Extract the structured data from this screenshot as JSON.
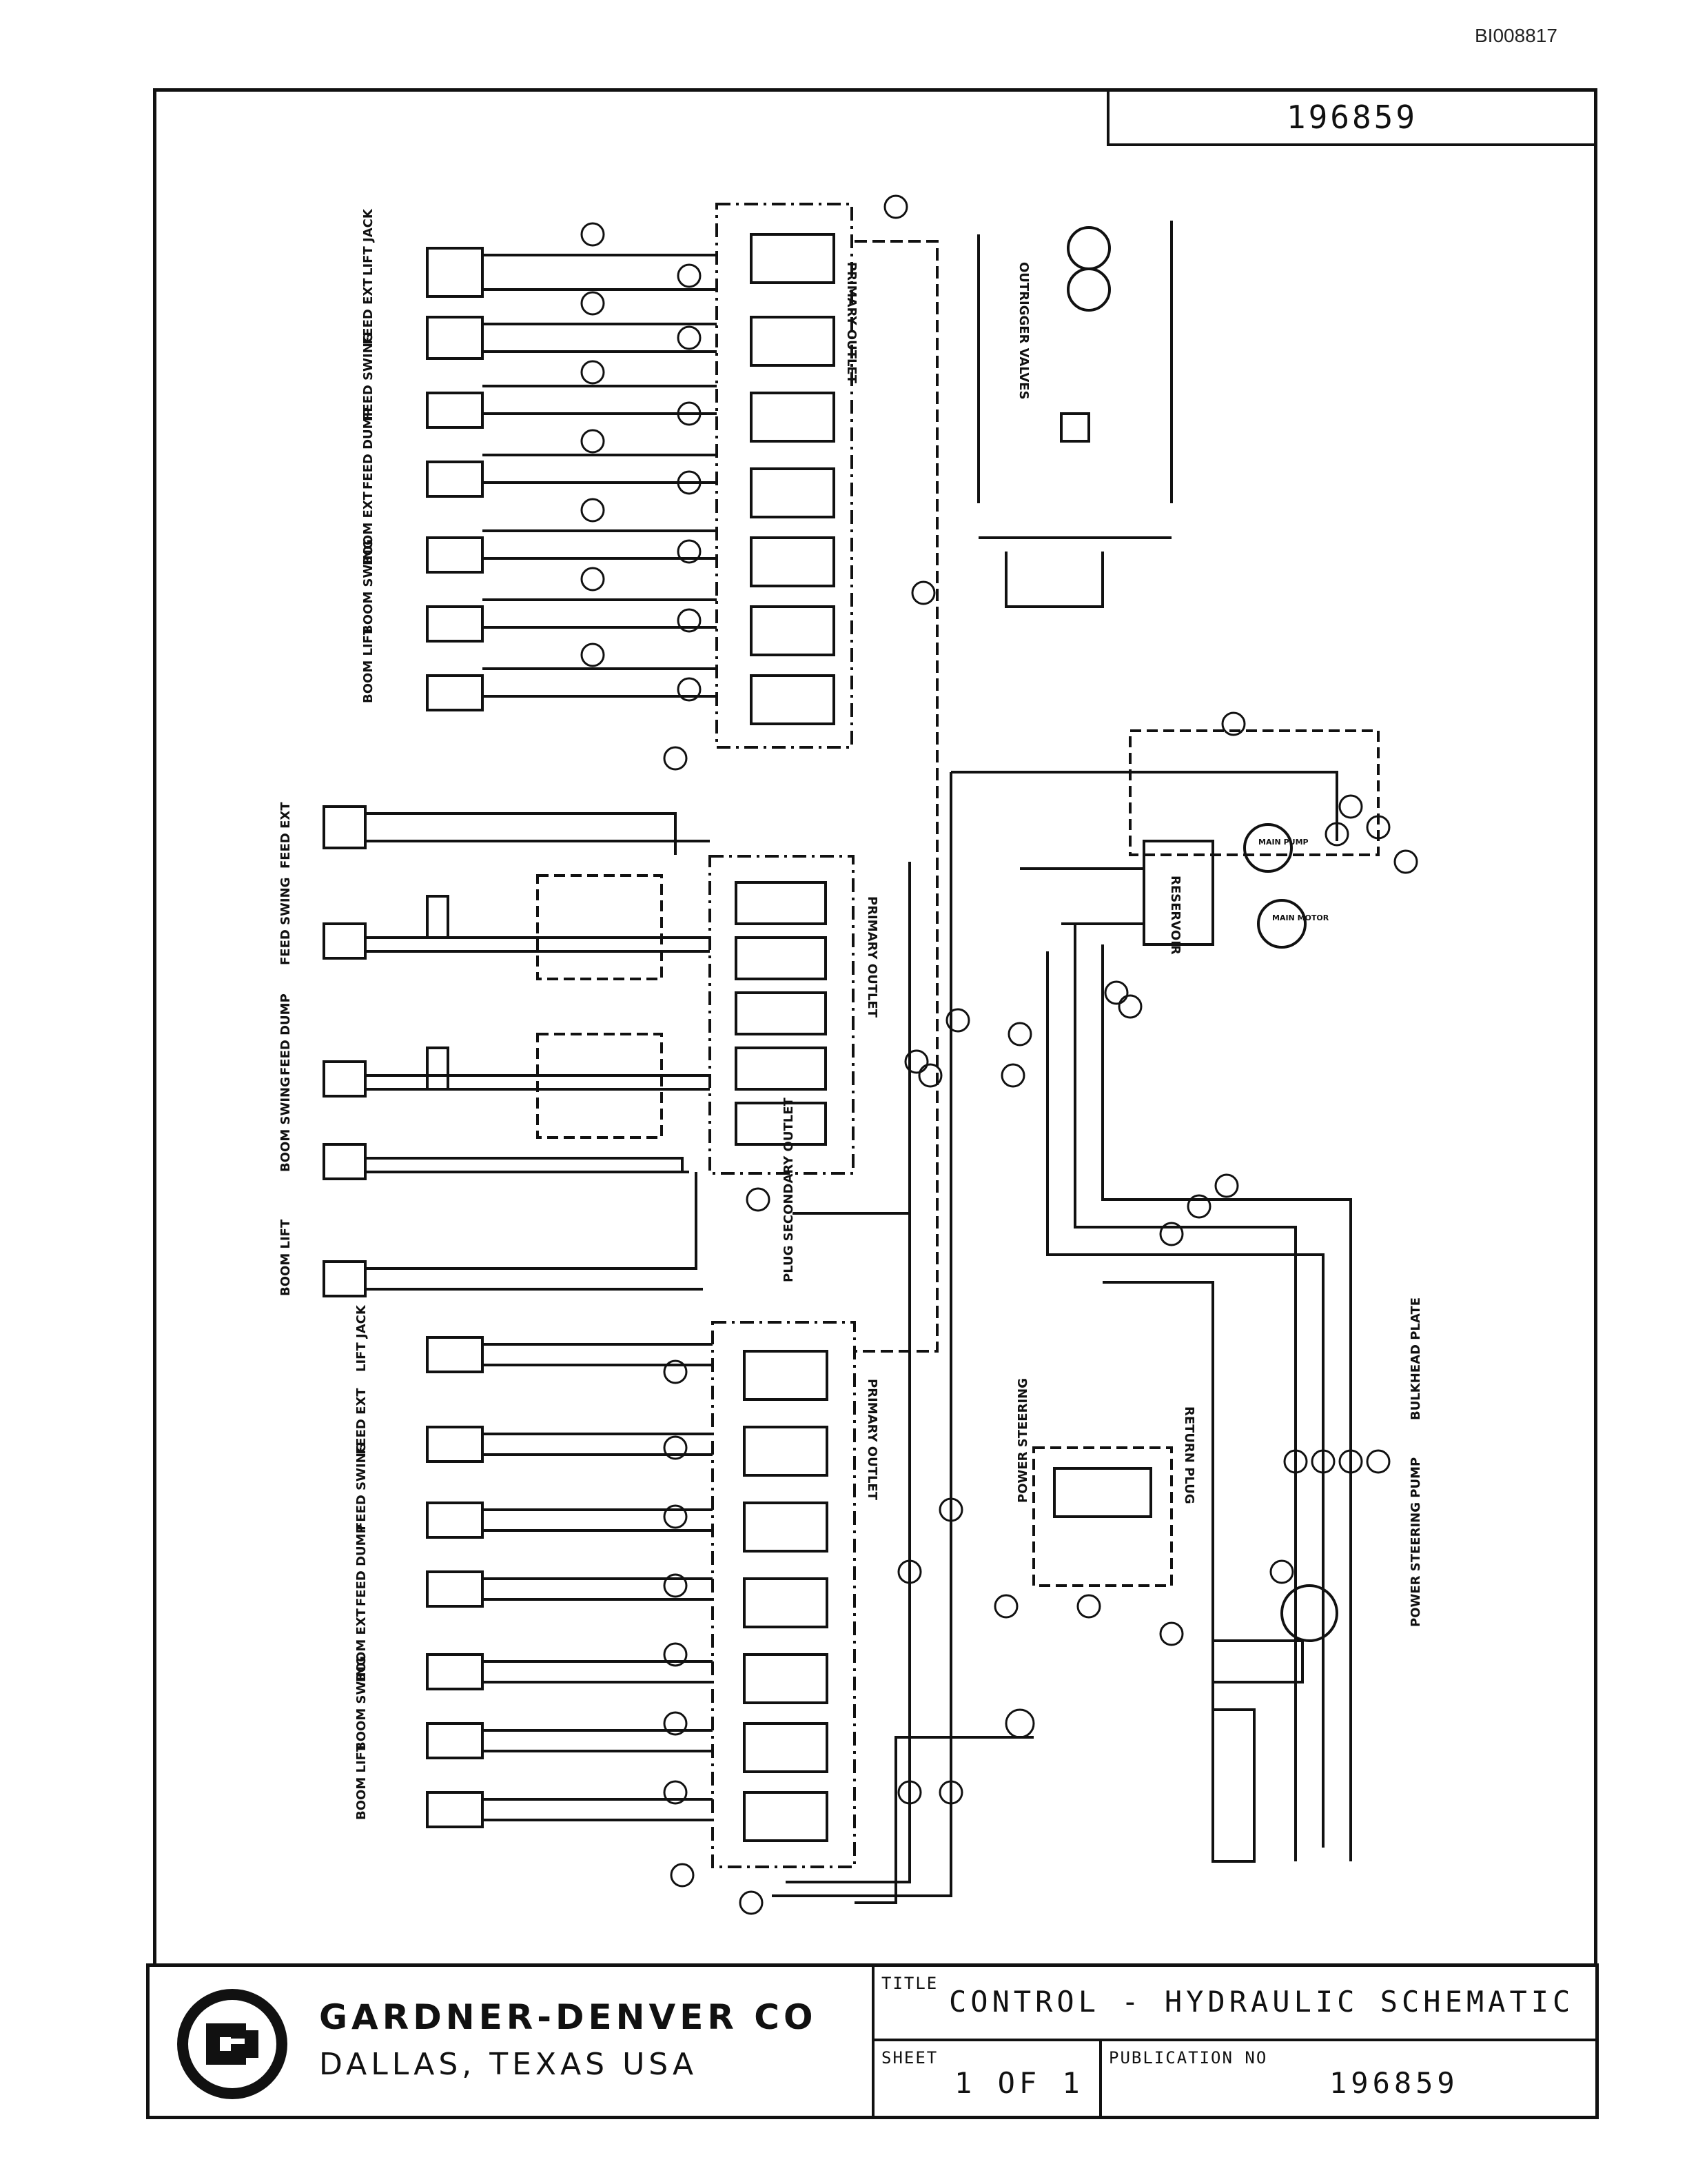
{
  "doc_id": "BI008817",
  "drawing_number": "196859",
  "title_block": {
    "company": "GARDNER-DENVER CO",
    "location": "DALLAS, TEXAS USA",
    "title_label": "TITLE",
    "title": "CONTROL - HYDRAULIC SCHEMATIC",
    "sheet_label": "SHEET",
    "sheet": "1 OF 1",
    "publication_label": "PUBLICATION NO",
    "publication_no": "196859"
  },
  "cylinders_group_top": [
    "LIFT JACK",
    "FEED EXT",
    "FEED SWING",
    "FEED DUMP",
    "BOOM EXT",
    "BOOM SWING",
    "BOOM LIFT"
  ],
  "cylinders_group_mid": [
    "FEED EXT",
    "FEED SWING",
    "FEED DUMP",
    "BOOM SWING",
    "BOOM LIFT"
  ],
  "cylinders_group_bottom": [
    "LIFT JACK",
    "FEED EXT",
    "FEED SWING",
    "FEED DUMP",
    "BOOM EXT",
    "BOOM SWING",
    "BOOM LIFT"
  ],
  "annotations": {
    "outrigger_valves": "OUTRIGGER VALVES",
    "primary_outlet": "PRIMARY OUTLET",
    "plug_secondary_outlet": "PLUG SECONDARY OUTLET",
    "return_plug": "RETURN PLUG",
    "reservoir": "RESERVOIR",
    "power_steering": "POWER STEERING",
    "power_steering_pump": "POWER STEERING PUMP",
    "bulkhead_plate": "BULKHEAD PLATE",
    "main_pump": "MAIN PUMP",
    "main_motor": "MAIN MOTOR"
  }
}
